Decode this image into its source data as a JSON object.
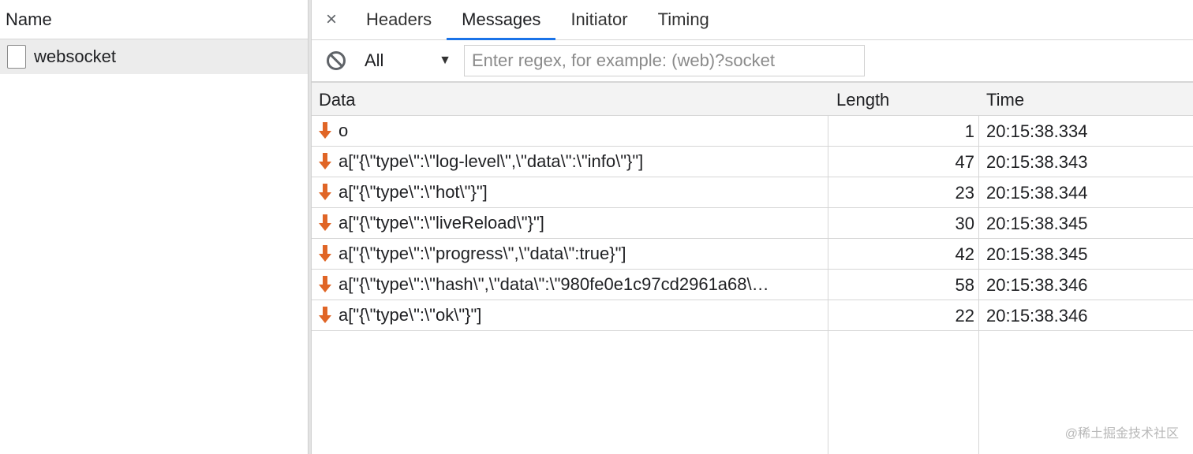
{
  "left": {
    "header": "Name",
    "selected_item": "websocket"
  },
  "tabs": {
    "close": "×",
    "items": [
      "Headers",
      "Messages",
      "Initiator",
      "Timing"
    ],
    "active": "Messages"
  },
  "filter": {
    "select_value": "All",
    "caret": "▼",
    "placeholder": "Enter regex, for example: (web)?socket"
  },
  "table": {
    "columns": [
      "Data",
      "Length",
      "Time"
    ],
    "rows": [
      {
        "data": "o",
        "length": "1",
        "time": "20:15:38.334"
      },
      {
        "data": "a[\"{\\\"type\\\":\\\"log-level\\\",\\\"data\\\":\\\"info\\\"}\"]",
        "length": "47",
        "time": "20:15:38.343"
      },
      {
        "data": "a[\"{\\\"type\\\":\\\"hot\\\"}\"]",
        "length": "23",
        "time": "20:15:38.344"
      },
      {
        "data": "a[\"{\\\"type\\\":\\\"liveReload\\\"}\"]",
        "length": "30",
        "time": "20:15:38.345"
      },
      {
        "data": "a[\"{\\\"type\\\":\\\"progress\\\",\\\"data\\\":true}\"]",
        "length": "42",
        "time": "20:15:38.345"
      },
      {
        "data": "a[\"{\\\"type\\\":\\\"hash\\\",\\\"data\\\":\\\"980fe0e1c97cd2961a68\\…",
        "length": "58",
        "time": "20:15:38.346"
      },
      {
        "data": "a[\"{\\\"type\\\":\\\"ok\\\"}\"]",
        "length": "22",
        "time": "20:15:38.346"
      }
    ]
  },
  "colors": {
    "accent": "#1a73e8",
    "arrow": "#e06526"
  },
  "watermark": "@稀土掘金技术社区"
}
